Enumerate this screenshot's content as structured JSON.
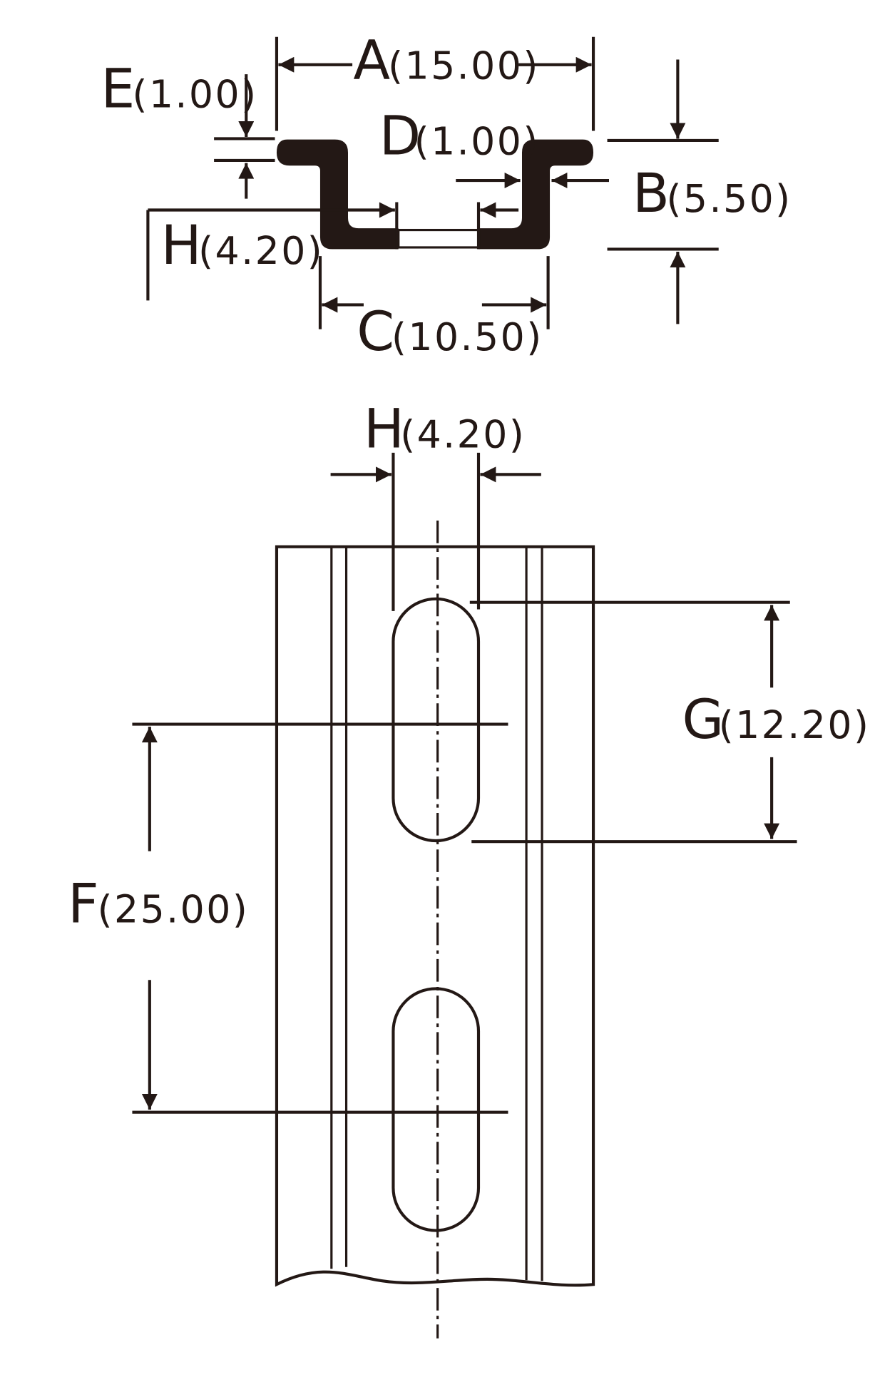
{
  "colors": {
    "ink": "#231815",
    "background": "#ffffff"
  },
  "dimensions": {
    "A": {
      "letter": "A",
      "value": "(15.00)"
    },
    "B": {
      "letter": "B",
      "value": "(5.50)"
    },
    "C": {
      "letter": "C",
      "value": "(10.50)"
    },
    "D": {
      "letter": "D",
      "value": "(1.00)"
    },
    "E": {
      "letter": "E",
      "value": "(1.00)"
    },
    "H_profile": {
      "letter": "H",
      "value": "(4.20)"
    },
    "H_plan": {
      "letter": "H",
      "value": "(4.20)"
    },
    "G": {
      "letter": "G",
      "value": "(12.20)"
    },
    "F": {
      "letter": "F",
      "value": "(25.00)"
    }
  }
}
